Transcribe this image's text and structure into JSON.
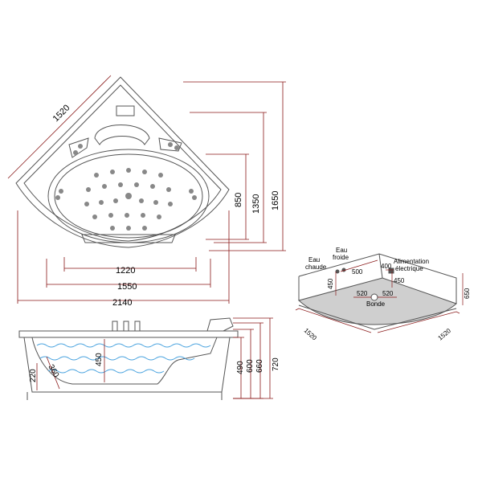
{
  "top_view": {
    "diag_1520": "1520",
    "w_1220": "1220",
    "w_1550": "1550",
    "w_2140": "2140",
    "h_850": "850",
    "h_1350": "1350",
    "h_1650": "1650"
  },
  "side_view": {
    "d_220": "220",
    "d_360": "360",
    "d_450": "450",
    "h_490": "490",
    "h_600": "600",
    "h_660": "660",
    "h_720": "720"
  },
  "install_view": {
    "eau_chaude": "Eau\nchaude",
    "eau_froide": "Eau\nfroide",
    "alimentation": "Alimentation\nélectrique",
    "d_500": "500",
    "d_450_left": "450",
    "d_400": "400",
    "d_450_right": "450",
    "d_650": "650",
    "d_520_a": "520",
    "d_520_b": "520",
    "bonde": "Bonde",
    "side_1520_left": "1520",
    "side_1520_right": "1520"
  },
  "colors": {
    "line": "#555555",
    "dim_red": "#8a1a1a",
    "water": "#4aa3df",
    "floor": "#cfcfcf"
  }
}
